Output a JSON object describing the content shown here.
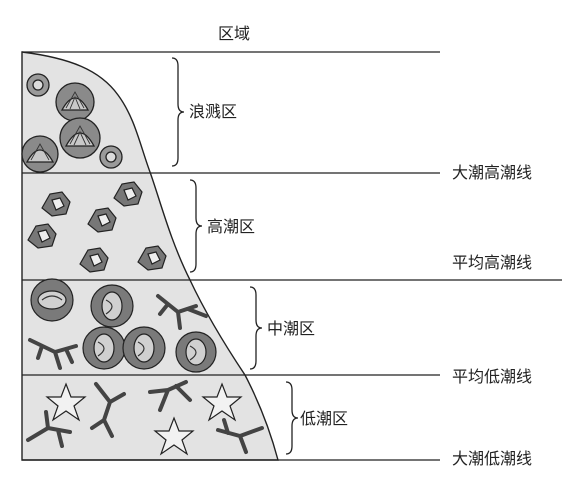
{
  "title": "区域",
  "zones": [
    {
      "label": "浪溅区"
    },
    {
      "label": "高潮区"
    },
    {
      "label": "中潮区"
    },
    {
      "label": "低潮区"
    }
  ],
  "lines": [
    {
      "label": "大潮高潮线"
    },
    {
      "label": "平均高潮线"
    },
    {
      "label": "平均低潮线"
    },
    {
      "label": "大潮低潮线"
    }
  ],
  "colors": {
    "zone_fill": "#e3e3e3",
    "stroke": "#222222",
    "organism_dark": "#555555"
  }
}
